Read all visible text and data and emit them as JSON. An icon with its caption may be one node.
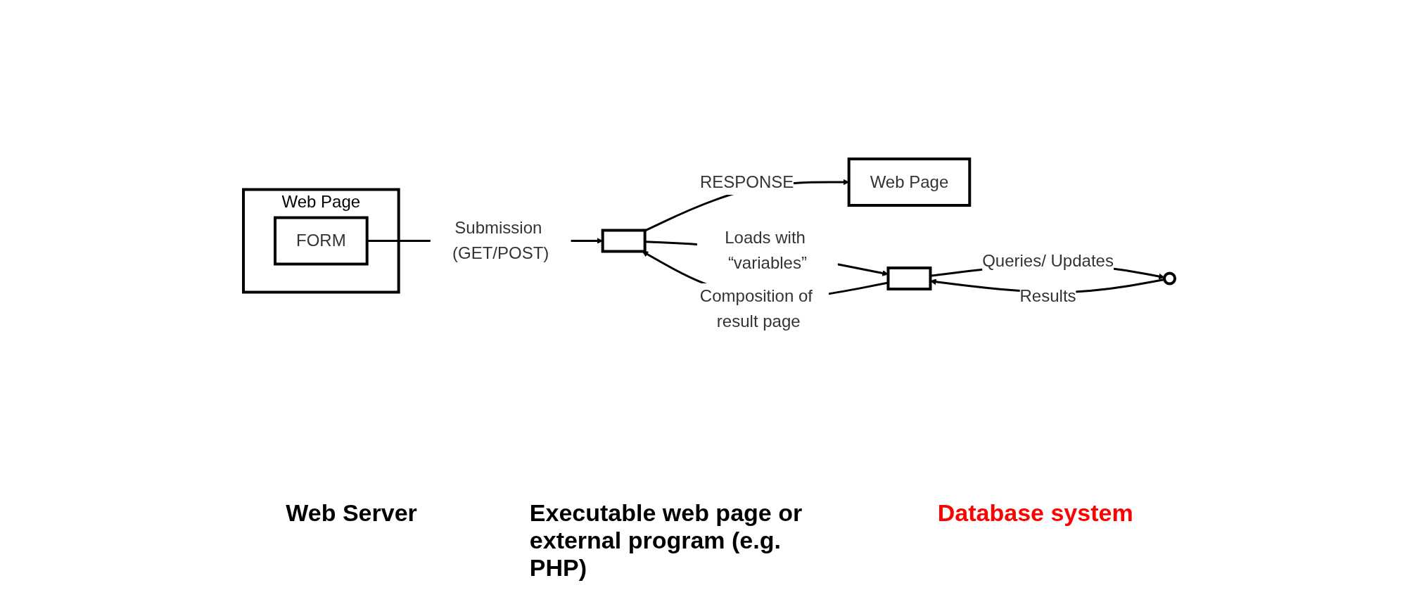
{
  "diagram": {
    "nodes": [
      {
        "text": [
          "Web Page"
        ]
      },
      {
        "text": [
          "FORM"
        ],
        "in": 0
      },
      {
        "text": [
          "Web Page"
        ]
      },
      {
        "text": [],
        "shape": "box"
      },
      {
        "text": [],
        "shape": "box"
      },
      {
        "text": [],
        "shape": "circle"
      }
    ],
    "edges": [
      {
        "from": 1,
        "to": 3,
        "arrow": "to",
        "label": "Submission (GET/POST)"
      },
      {
        "from": 3,
        "to": 4,
        "arrow": "to",
        "label": "Loads with “variables”"
      },
      {
        "from": 4,
        "to": 5,
        "arrow": "to",
        "label": "Queries/ Updates"
      },
      {
        "from": 5,
        "to": 4,
        "arrow": "to",
        "label": "Results"
      },
      {
        "from": 4,
        "to": 3,
        "arrow": "to",
        "label": "Composition of result page"
      },
      {
        "from": 3,
        "to": 2,
        "arrow": "to",
        "label": "RESPONSE"
      }
    ],
    "labels": [
      "Web Server",
      "Executable web page or external program (e.g. PHP)",
      "Database system"
    ]
  }
}
